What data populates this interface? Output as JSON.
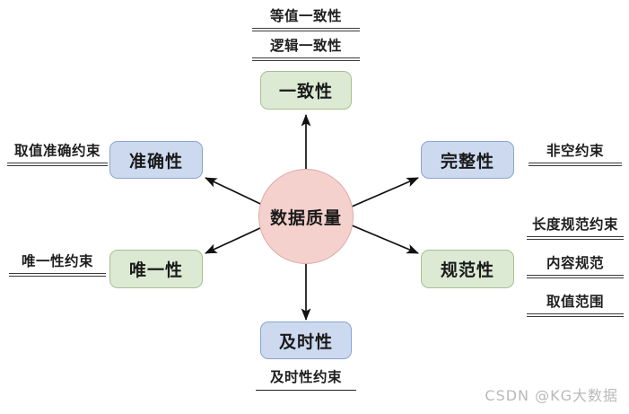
{
  "diagram": {
    "title": "数据质量",
    "center": {
      "label": "数据质量",
      "color": "#f5d1cd"
    },
    "colors": {
      "blue_fill": "#ccd9ef",
      "blue_border": "#8ba4cf",
      "green_fill": "#dce9d3",
      "green_border": "#a8c091",
      "pink_fill": "#f5d1cd",
      "pink_border": "#ddaaa6",
      "line": "#1a1a1a",
      "watermark": "#b9b9b9"
    },
    "nodes": [
      {
        "id": "consistency",
        "label": "一致性",
        "style": "green"
      },
      {
        "id": "accuracy",
        "label": "准确性",
        "style": "blue"
      },
      {
        "id": "completeness",
        "label": "完整性",
        "style": "blue"
      },
      {
        "id": "uniqueness",
        "label": "唯一性",
        "style": "green"
      },
      {
        "id": "normativity",
        "label": "规范性",
        "style": "green"
      },
      {
        "id": "timeliness",
        "label": "及时性",
        "style": "blue"
      }
    ],
    "attributes": {
      "consistency": [
        {
          "label": "等值一致性",
          "rule": "double"
        },
        {
          "label": "逻辑一致性",
          "rule": "double"
        }
      ],
      "accuracy": [
        {
          "label": "取值准确约束",
          "rule": "double"
        }
      ],
      "completeness": [
        {
          "label": "非空约束",
          "rule": "double"
        }
      ],
      "uniqueness": [
        {
          "label": "唯一性约束",
          "rule": "double"
        }
      ],
      "normativity": [
        {
          "label": "长度规范约束",
          "rule": "double"
        },
        {
          "label": "内容规范",
          "rule": "double"
        },
        {
          "label": "取值范围",
          "rule": "double"
        }
      ],
      "timeliness": [
        {
          "label": "及时性约束",
          "rule": "single"
        }
      ]
    }
  },
  "watermark": {
    "text": "CSDN @KG大数据"
  }
}
